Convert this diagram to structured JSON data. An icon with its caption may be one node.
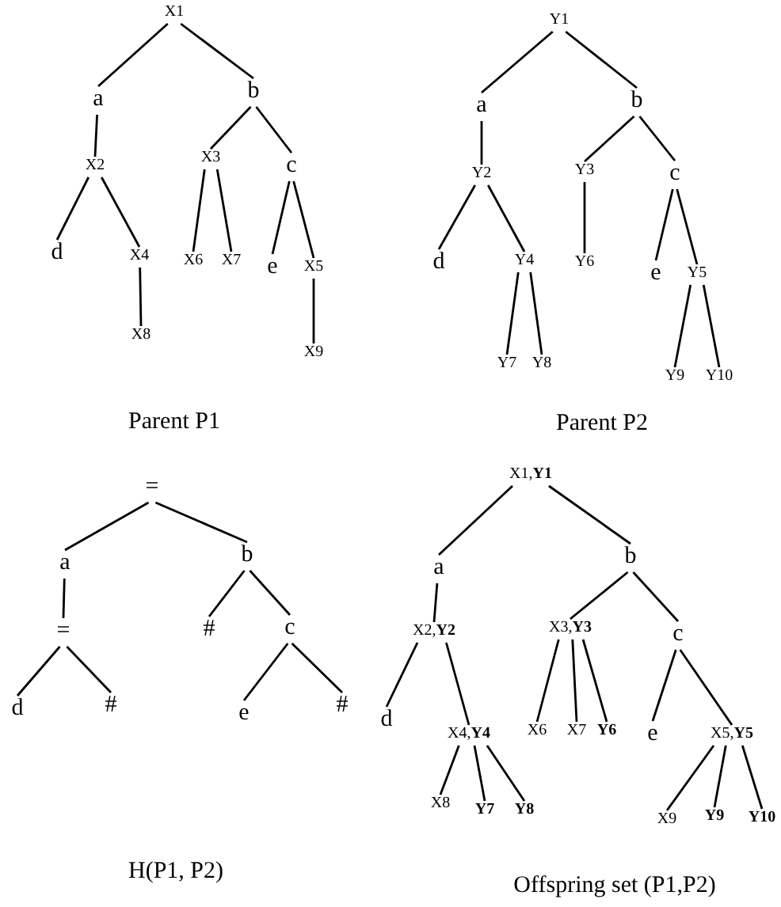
{
  "diagram": {
    "nodes": [
      {
        "text": [
          "X1"
        ]
      },
      {
        "text": [
          "a"
        ]
      },
      {
        "text": [
          "b"
        ]
      },
      {
        "text": [
          "X2"
        ]
      },
      {
        "text": [
          "d"
        ]
      },
      {
        "text": [
          "X4"
        ]
      },
      {
        "text": [
          "X8"
        ]
      },
      {
        "text": [
          "X3"
        ]
      },
      {
        "text": [
          "c"
        ]
      },
      {
        "text": [
          "X6"
        ]
      },
      {
        "text": [
          "X7"
        ]
      },
      {
        "text": [
          "e"
        ]
      },
      {
        "text": [
          "X5"
        ]
      },
      {
        "text": [
          "X9"
        ]
      },
      {
        "text": [
          "Y1"
        ]
      },
      {
        "text": [
          "a"
        ]
      },
      {
        "text": [
          "b"
        ]
      },
      {
        "text": [
          "Y2"
        ]
      },
      {
        "text": [
          "d"
        ]
      },
      {
        "text": [
          "Y4"
        ]
      },
      {
        "text": [
          "Y7"
        ]
      },
      {
        "text": [
          "Y8"
        ]
      },
      {
        "text": [
          "Y3"
        ]
      },
      {
        "text": [
          "Y6"
        ]
      },
      {
        "text": [
          "c"
        ]
      },
      {
        "text": [
          "e"
        ]
      },
      {
        "text": [
          "Y5"
        ]
      },
      {
        "text": [
          "Y9"
        ]
      },
      {
        "text": [
          "Y10"
        ]
      },
      {
        "text": [
          "="
        ]
      },
      {
        "text": [
          "a"
        ]
      },
      {
        "text": [
          "b"
        ]
      },
      {
        "text": [
          "="
        ]
      },
      {
        "text": [
          "d"
        ]
      },
      {
        "text": [
          "#"
        ]
      },
      {
        "text": [
          "#"
        ]
      },
      {
        "text": [
          "c"
        ]
      },
      {
        "text": [
          "e"
        ]
      },
      {
        "text": [
          "#"
        ]
      },
      {
        "text": [
          "X1,**Y1**"
        ]
      },
      {
        "text": [
          "a"
        ]
      },
      {
        "text": [
          "b"
        ]
      },
      {
        "text": [
          "X2,**Y2**"
        ]
      },
      {
        "text": [
          "d"
        ]
      },
      {
        "text": [
          "X4,**Y4**"
        ]
      },
      {
        "text": [
          "X8"
        ]
      },
      {
        "text": [
          "**Y7**"
        ]
      },
      {
        "text": [
          "**Y8**"
        ]
      },
      {
        "text": [
          "X3,**Y3**"
        ]
      },
      {
        "text": [
          "X6"
        ]
      },
      {
        "text": [
          "X7"
        ]
      },
      {
        "text": [
          "**Y6**"
        ]
      },
      {
        "text": [
          "c"
        ]
      },
      {
        "text": [
          "e"
        ]
      },
      {
        "text": [
          "X5,**Y5**"
        ]
      },
      {
        "text": [
          "X9"
        ]
      },
      {
        "text": [
          "**Y9**"
        ]
      },
      {
        "text": [
          "**Y10**"
        ]
      }
    ],
    "edges": [
      {
        "from": 0,
        "to": 1,
        "arrow": "none"
      },
      {
        "from": 0,
        "to": 2,
        "arrow": "none"
      },
      {
        "from": 1,
        "to": 3,
        "arrow": "none"
      },
      {
        "from": 3,
        "to": 4,
        "arrow": "none"
      },
      {
        "from": 3,
        "to": 5,
        "arrow": "none"
      },
      {
        "from": 5,
        "to": 6,
        "arrow": "none"
      },
      {
        "from": 2,
        "to": 7,
        "arrow": "none"
      },
      {
        "from": 2,
        "to": 8,
        "arrow": "none"
      },
      {
        "from": 7,
        "to": 9,
        "arrow": "none"
      },
      {
        "from": 7,
        "to": 10,
        "arrow": "none"
      },
      {
        "from": 8,
        "to": 11,
        "arrow": "none"
      },
      {
        "from": 8,
        "to": 12,
        "arrow": "none"
      },
      {
        "from": 12,
        "to": 13,
        "arrow": "none"
      },
      {
        "from": 14,
        "to": 15,
        "arrow": "none"
      },
      {
        "from": 14,
        "to": 16,
        "arrow": "none"
      },
      {
        "from": 15,
        "to": 17,
        "arrow": "none"
      },
      {
        "from": 17,
        "to": 18,
        "arrow": "none"
      },
      {
        "from": 17,
        "to": 19,
        "arrow": "none"
      },
      {
        "from": 19,
        "to": 20,
        "arrow": "none"
      },
      {
        "from": 19,
        "to": 21,
        "arrow": "none"
      },
      {
        "from": 16,
        "to": 22,
        "arrow": "none"
      },
      {
        "from": 22,
        "to": 23,
        "arrow": "none"
      },
      {
        "from": 16,
        "to": 24,
        "arrow": "none"
      },
      {
        "from": 24,
        "to": 25,
        "arrow": "none"
      },
      {
        "from": 24,
        "to": 26,
        "arrow": "none"
      },
      {
        "from": 26,
        "to": 27,
        "arrow": "none"
      },
      {
        "from": 26,
        "to": 28,
        "arrow": "none"
      },
      {
        "from": 29,
        "to": 30,
        "arrow": "none"
      },
      {
        "from": 29,
        "to": 31,
        "arrow": "none"
      },
      {
        "from": 30,
        "to": 32,
        "arrow": "none"
      },
      {
        "from": 32,
        "to": 33,
        "arrow": "none"
      },
      {
        "from": 32,
        "to": 34,
        "arrow": "none"
      },
      {
        "from": 31,
        "to": 35,
        "arrow": "none"
      },
      {
        "from": 31,
        "to": 36,
        "arrow": "none"
      },
      {
        "from": 36,
        "to": 37,
        "arrow": "none"
      },
      {
        "from": 36,
        "to": 38,
        "arrow": "none"
      },
      {
        "from": 39,
        "to": 40,
        "arrow": "none"
      },
      {
        "from": 39,
        "to": 41,
        "arrow": "none"
      },
      {
        "from": 40,
        "to": 42,
        "arrow": "none"
      },
      {
        "from": 42,
        "to": 43,
        "arrow": "none"
      },
      {
        "from": 42,
        "to": 44,
        "arrow": "none"
      },
      {
        "from": 44,
        "to": 45,
        "arrow": "none"
      },
      {
        "from": 44,
        "to": 46,
        "arrow": "none"
      },
      {
        "from": 44,
        "to": 47,
        "arrow": "none"
      },
      {
        "from": 41,
        "to": 48,
        "arrow": "none"
      },
      {
        "from": 48,
        "to": 49,
        "arrow": "none"
      },
      {
        "from": 48,
        "to": 50,
        "arrow": "none"
      },
      {
        "from": 48,
        "to": 51,
        "arrow": "none"
      },
      {
        "from": 41,
        "to": 52,
        "arrow": "none"
      },
      {
        "from": 52,
        "to": 53,
        "arrow": "none"
      },
      {
        "from": 52,
        "to": 54,
        "arrow": "none"
      },
      {
        "from": 54,
        "to": 55,
        "arrow": "none"
      },
      {
        "from": 54,
        "to": 56,
        "arrow": "none"
      },
      {
        "from": 54,
        "to": 57,
        "arrow": "none"
      }
    ],
    "labels": [
      "Parent P1",
      "Parent P2",
      "H(P1, P2)",
      "Offspring set (P1,P2)"
    ]
  }
}
